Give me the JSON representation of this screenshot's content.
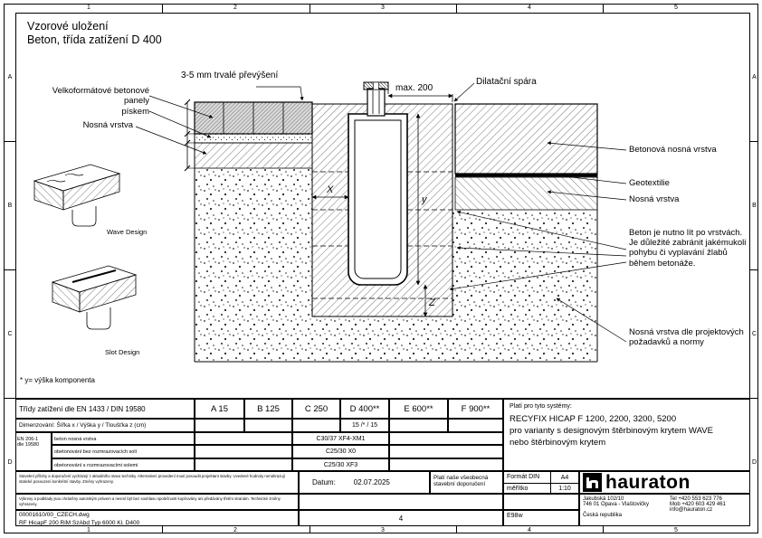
{
  "ruler": {
    "top": [
      "1",
      "2",
      "3",
      "4",
      "5"
    ],
    "bottom": [
      "1",
      "2",
      "3",
      "4",
      "5"
    ],
    "left": [
      "A",
      "B",
      "C",
      "D"
    ],
    "right": [
      "A",
      "B",
      "C",
      "D"
    ]
  },
  "title": {
    "line1": "Vzorové uložení",
    "line2": "Beton, třída zatížení D 400"
  },
  "annotations": {
    "elevation": "3-5 mm trvalé převýšení",
    "panels": "Velkoformátové betonové panely",
    "sand": "pískem",
    "base_left": "Nosná vrstva",
    "max200": "max. 200",
    "dilatation": "Dilatační spára",
    "concrete_base": "Betonová nosná vrstva",
    "geotextile": "Geotextilie",
    "base_right": "Nosná vrstva",
    "pour_note": "Beton je nutno lít po vrstvách. Je důležité zabránit jakémukoli pohybu či vyplavání žlabů během betonáže.",
    "base_note": "Nosná vrstva dle projektových požadavků a normy",
    "wave": "Wave Design",
    "slot": "Slot Design",
    "footnote": "* y= výška komponenta",
    "dim_x": "X",
    "dim_y": "y",
    "dim_z": "Z"
  },
  "table": {
    "load_title": "Třídy zatížení dle EN 1433 / DIN 19580",
    "classes": [
      "A 15",
      "B 125",
      "C 250",
      "D 400**",
      "E 600**",
      "F 900**"
    ],
    "dim_label": "Dimenzování: Šířka x / Výška y / Tloušťka z (cm)",
    "dim_value": "15 /* / 15",
    "norm": "EN 206-1",
    "norm2": "dle 19580",
    "spec_rows": [
      {
        "label": "beton nosná vrstva",
        "value": "C30/37 XF4-XM1"
      },
      {
        "label": "obetonování bez rozmrazovacích solí",
        "value": "C25/30 X0"
      },
      {
        "label": "obetonování s rozmrazovacími solemi",
        "value": "C25/30 XF3"
      }
    ],
    "systems_title": "Platí pro tyto systémy:",
    "systems_line1": "RECYFIX HICAP F 1200, 2200, 3200, 5200",
    "systems_line2": "pro varianty s designovým štěrbinovým krytem WAVE",
    "systems_line3": "nebo štěrbinovým krytem"
  },
  "footer": {
    "disclaimer1": "Stavební přílohy a doporučení vycházejí z aktuálního stavu techniky. Alternativní provedení musí posoudit projektant stavby. Uvedené hodnoty nenahrazují statické posouzení konkrétní stavby. Změny vyhrazeny.",
    "disclaimer2": "Výkresy a podklady jsou chráněny autorským právem a nesmí být bez souhlasu společnosti kopírovány ani předávány třetím stranám. Technické změny vyhrazeny.",
    "date_label": "Datum:",
    "date": "02.07.2025",
    "recommendation": "Platí naše všeobecná stavební doporučení",
    "format_label": "Formát DIN",
    "format": "A4",
    "scale_label": "měřítko",
    "scale": "1:10",
    "brand": "hauraton",
    "address1": "Jakubská 102/10",
    "address2": "746 01 Opava - Vlaštovičky",
    "address3": "Česká republika",
    "tel": "Tel +420 553 623 776",
    "mob": "Mob +420 603 429 461",
    "email": "info@hauraton.cz",
    "file": "00001610/00_CZECH.dwg",
    "sheet": "4",
    "code": "E98w",
    "drawing_name": "RF HicapF 200 RiM SzAbd Typ 6000 Kl. D400"
  }
}
